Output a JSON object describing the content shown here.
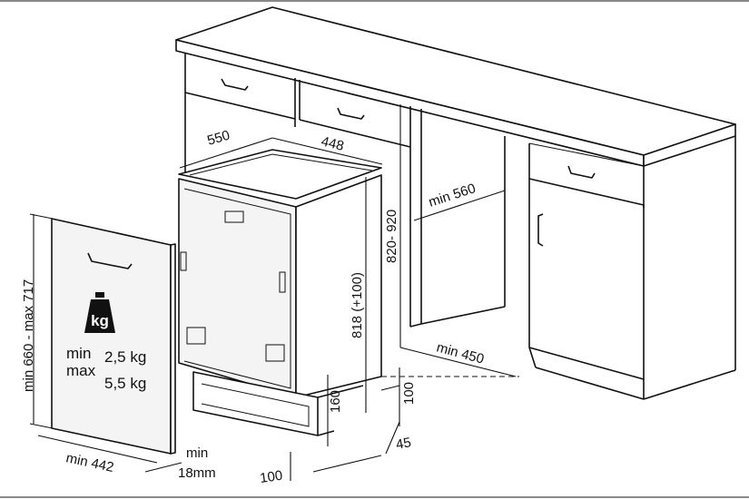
{
  "dimensions": {
    "depth": "550",
    "width_top": "448",
    "niche_width": "min 560",
    "niche_height": "820- 920",
    "appliance_height": "818 (+100)",
    "niche_depth": "min 450",
    "plinth_height": "160",
    "plinth_depth": "100",
    "plinth_offset": "45",
    "bottom_left": "100",
    "panel_height": "min 660 - max 717",
    "panel_width": "min 442",
    "panel_thickness_min": "min",
    "panel_thickness_value": "18mm"
  },
  "weight": {
    "icon_label": "kg",
    "min_label": "min",
    "min_value": "2,5 kg",
    "max_label": "max",
    "max_value": "5,5 kg"
  },
  "icons": [
    "weight-kg-icon"
  ]
}
